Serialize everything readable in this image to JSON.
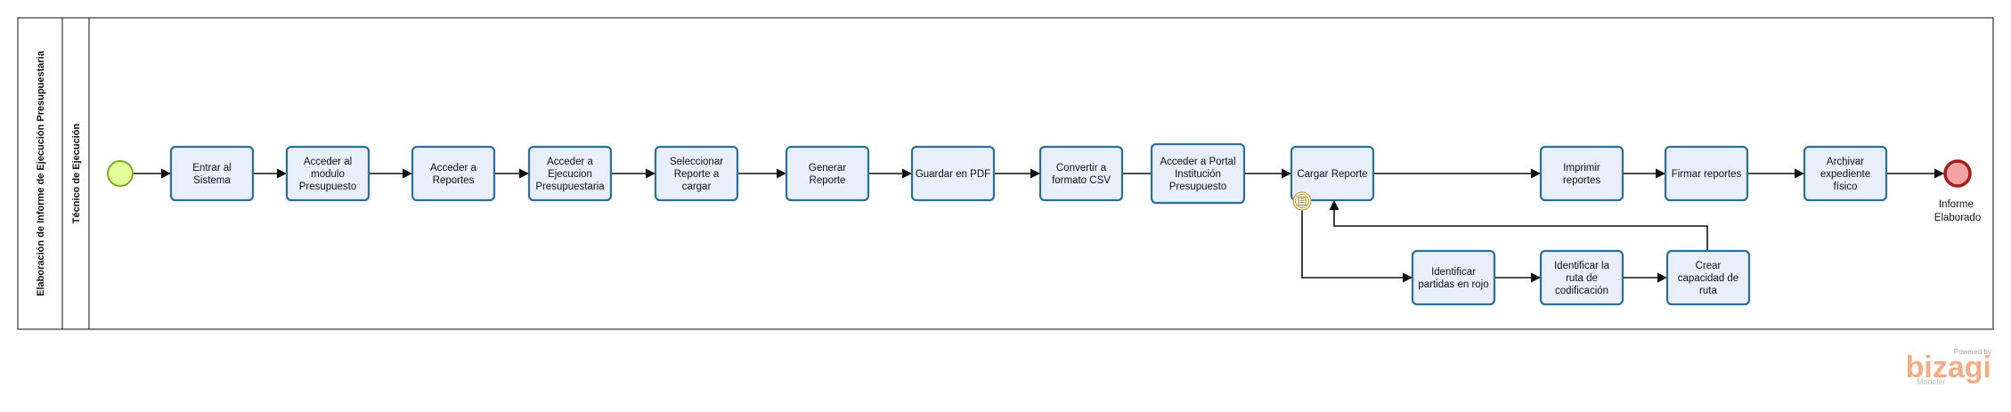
{
  "pool": {
    "title": "Elaboración de Informe de Ejecución Presupuestaria"
  },
  "lane": {
    "title": "Técnico de Ejecución"
  },
  "tasks": {
    "t1": [
      "Entrar al",
      "Sistema"
    ],
    "t2": [
      "Acceder al",
      "modulo",
      "Presupuesto"
    ],
    "t3": [
      "Acceder a",
      "Reportes"
    ],
    "t4": [
      "Acceder a",
      "Ejecucion",
      "Presupuestaria"
    ],
    "t5": [
      "Seleccionar",
      "Reporte a",
      "cargar"
    ],
    "t6": [
      "Generar",
      "Reporte"
    ],
    "t7": [
      "Guardar en PDF"
    ],
    "t8": [
      "Convertir a",
      "formato CSV"
    ],
    "t9": [
      "Acceder a Portal",
      "Institución",
      "Presupuesto"
    ],
    "t10": [
      "Cargar Reporte"
    ],
    "t11": [
      "Imprimir",
      "reportes"
    ],
    "t12": [
      "Firmar reportes"
    ],
    "t13": [
      "Archivar",
      "expediente",
      "físico"
    ],
    "t14": [
      "Identificar",
      "partidas en rojo"
    ],
    "t15": [
      "Identificar la",
      "ruta de",
      "codificación"
    ],
    "t16": [
      "Crear",
      "capacidad de",
      "ruta"
    ]
  },
  "end_event": {
    "label": [
      "Informe",
      "Elaborado"
    ]
  },
  "watermark": {
    "powered": "Powered by",
    "brand": "bizagi",
    "product": "Modeler"
  },
  "colors": {
    "task_fill": "#e8eefa",
    "task_stroke": "#2a6f9a",
    "start_fill": "#e4ff9a",
    "start_stroke": "#7da92a",
    "end_fill": "#f2a4a4",
    "end_stroke": "#a51c1c",
    "brand": "#f2a67a"
  },
  "icons": {
    "boundary_event": "conditional-boundary-event-icon"
  }
}
